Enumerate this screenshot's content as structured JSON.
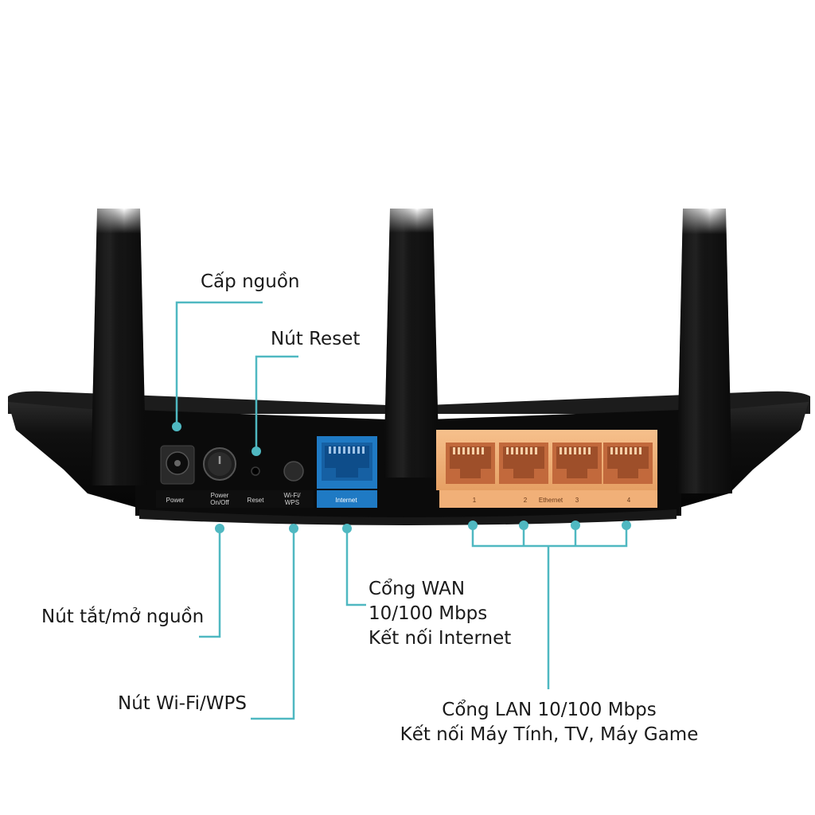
{
  "colors": {
    "leader_line": "#4fb8c1",
    "router_body": "#141414",
    "wan_port": "#1f7ac4",
    "lan_ports": "#f1b078"
  },
  "panel_labels": {
    "power": "Power",
    "power_onoff_1": "Power",
    "power_onoff_2": "On/Off",
    "reset": "Reset",
    "wifi_wps_1": "Wi-Fi/",
    "wifi_wps_2": "WPS",
    "internet": "Internet",
    "ethernet": "Ethernet",
    "lan_1": "1",
    "lan_2": "2",
    "lan_3": "3",
    "lan_4": "4"
  },
  "callouts": {
    "power_supply": "Cấp nguồn",
    "reset_button": "Nút Reset",
    "power_switch": "Nút tắt/mở nguồn",
    "wifi_wps_button": "Nút Wi-Fi/WPS",
    "wan_line1": "Cổng WAN",
    "wan_line2": "10/100 Mbps",
    "wan_line3": "Kết nối Internet",
    "lan_line1": "Cổng LAN 10/100 Mbps",
    "lan_line2": "Kết nối Máy Tính, TV, Máy Game"
  }
}
